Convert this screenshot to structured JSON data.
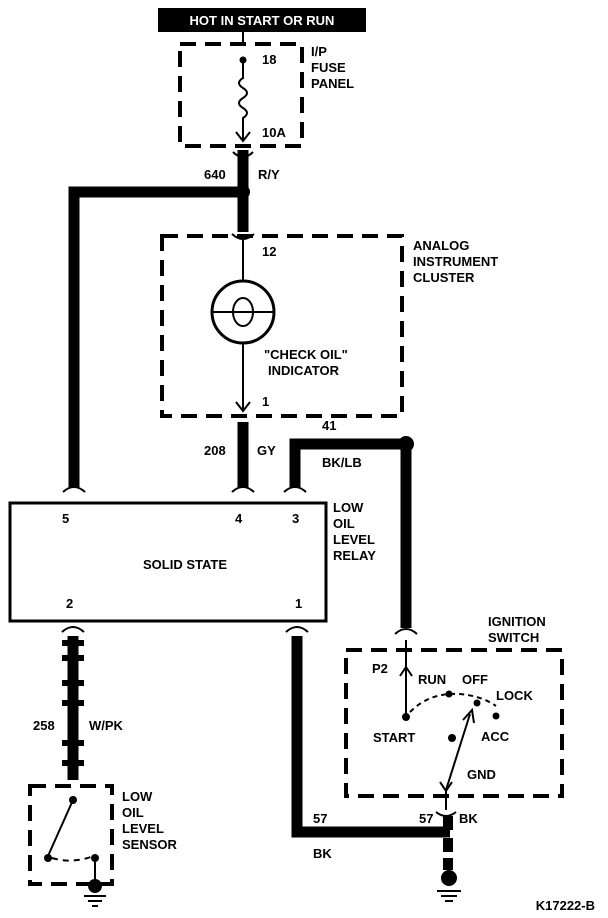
{
  "header": {
    "text": "HOT IN START OR RUN"
  },
  "fuse_panel": {
    "title_lines": [
      "I/P",
      "FUSE",
      "PANEL"
    ],
    "pin_top": "18",
    "rating": "10A"
  },
  "splice_top": {
    "circuit": "640",
    "color": "R/Y"
  },
  "cluster": {
    "title_lines": [
      "ANALOG",
      "INSTRUMENT",
      "CLUSTER"
    ],
    "pin_in": "12",
    "pin_out": "1",
    "indicator_lines": [
      "\"CHECK OIL\"",
      "INDICATOR"
    ]
  },
  "wire_208": {
    "circuit": "208",
    "color": "GY"
  },
  "wire_41": {
    "circuit": "41",
    "color": "BK/LB"
  },
  "relay": {
    "title_lines": [
      "LOW",
      "OIL",
      "LEVEL",
      "RELAY"
    ],
    "body_label": "SOLID STATE",
    "pins": {
      "p5": "5",
      "p4": "4",
      "p3": "3",
      "p2": "2",
      "p1": "1"
    }
  },
  "wire_258": {
    "circuit": "258",
    "color": "W/PK"
  },
  "sensor": {
    "title_lines": [
      "LOW",
      "OIL",
      "LEVEL",
      "SENSOR"
    ]
  },
  "ignition": {
    "title_lines": [
      "IGNITION",
      "SWITCH"
    ],
    "pin": "P2",
    "positions": {
      "run": "RUN",
      "off": "OFF",
      "lock": "LOCK",
      "start": "START",
      "acc": "ACC",
      "gnd": "GND"
    }
  },
  "wire_57_left": {
    "circuit": "57",
    "color": "BK"
  },
  "wire_57_right": {
    "circuit": "57",
    "color": "BK"
  },
  "figure_id": "K17222-B"
}
